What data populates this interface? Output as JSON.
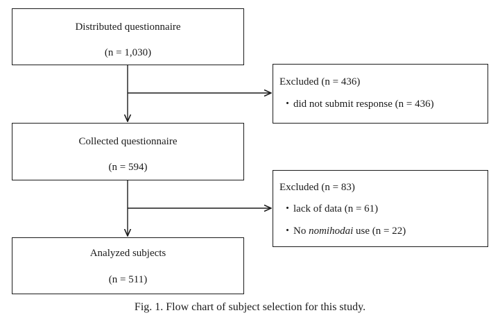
{
  "flow": {
    "distributed": {
      "title": "Distributed questionnaire",
      "count": "(n = 1,030)"
    },
    "excluded_1": {
      "title": "Excluded (n = 436)",
      "items": [
        {
          "bullet": "・",
          "text": "did not submit response (n = 436)"
        }
      ]
    },
    "collected": {
      "title": "Collected questionnaire",
      "count": "(n = 594)"
    },
    "excluded_2": {
      "title": "Excluded (n = 83)",
      "items": [
        {
          "bullet": "・",
          "text": "lack of data (n = 61)"
        },
        {
          "bullet": "・",
          "pre": "No ",
          "em": "nomihodai",
          "post": " use (n = 22)"
        }
      ]
    },
    "analyzed": {
      "title": "Analyzed subjects",
      "count": "(n = 511)"
    }
  },
  "caption": "Fig. 1.  Flow chart of subject selection for this study."
}
